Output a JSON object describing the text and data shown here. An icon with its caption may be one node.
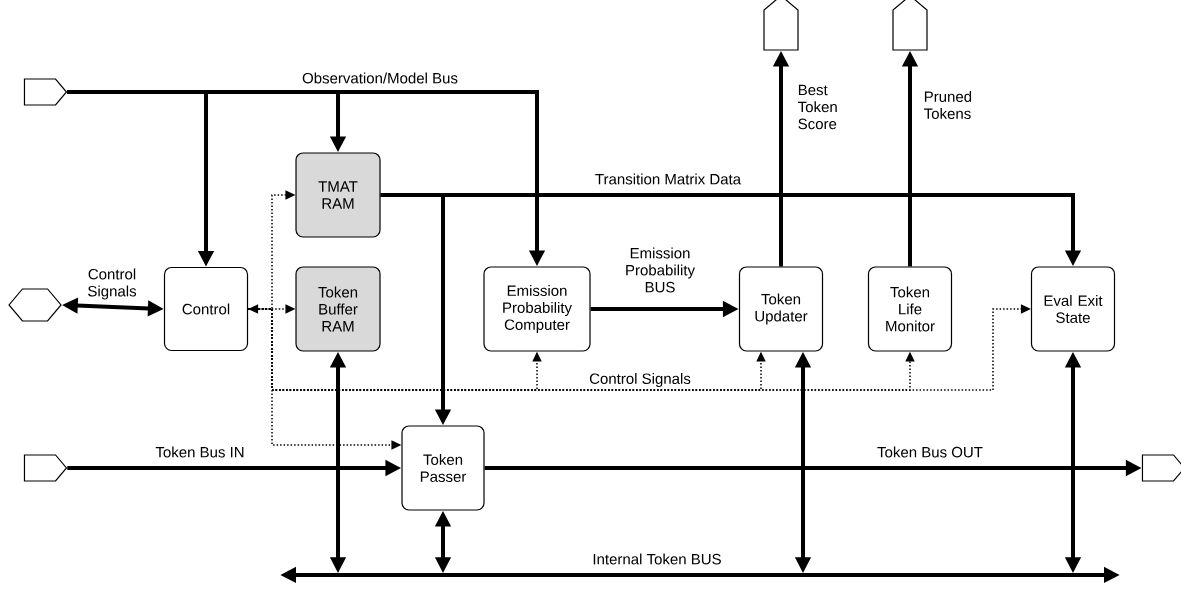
{
  "diagram": {
    "nodes": [
      {
        "text": [],
        "shape": "pentagon"
      },
      {
        "text": [],
        "shape": "hexagon"
      },
      {
        "text": [
          "Control"
        ]
      },
      {
        "text": [
          "TMAT RAM"
        ]
      },
      {
        "text": [
          "Token Buffer RAM"
        ]
      },
      {
        "text": [
          "Emission Probability Computer"
        ]
      },
      {
        "text": [
          "Token Updater"
        ]
      },
      {
        "text": [
          "Token Life Monitor"
        ]
      },
      {
        "text": [
          "Eval Exit State"
        ]
      },
      {
        "text": [],
        "shape": "pentagon"
      },
      {
        "text": [],
        "shape": "pentagon"
      },
      {
        "text": [
          "Token Passer"
        ]
      },
      {
        "text": [],
        "shape": "pentagon"
      },
      {
        "text": [],
        "shape": "pentagon"
      },
      {
        "text": [
          "Internal Token BUS"
        ]
      }
    ],
    "edges": [
      {
        "from": 0,
        "to": 2,
        "arrow": "to"
      },
      {
        "from": 0,
        "to": 3,
        "arrow": "to",
        "label": "Observation/Model Bus"
      },
      {
        "from": 0,
        "to": 5,
        "arrow": "to"
      },
      {
        "from": 1,
        "to": 2,
        "arrow": "both",
        "label": "Control Signals"
      },
      {
        "from": 2,
        "to": 4,
        "arrow": "both",
        "style": "dashed"
      },
      {
        "from": 2,
        "to": 3,
        "arrow": "to",
        "style": "dashed"
      },
      {
        "from": 2,
        "to": 11,
        "arrow": "to",
        "style": "dashed"
      },
      {
        "from": 2,
        "to": 5,
        "arrow": "to",
        "style": "dashed"
      },
      {
        "from": 2,
        "to": 6,
        "arrow": "to",
        "style": "dashed",
        "label": "Control Signals"
      },
      {
        "from": 2,
        "to": 7,
        "arrow": "to",
        "style": "dashed"
      },
      {
        "from": 2,
        "to": 8,
        "arrow": "to",
        "style": "dashed"
      },
      {
        "from": 3,
        "to": 11,
        "arrow": "to"
      },
      {
        "from": 3,
        "to": 8,
        "arrow": "to",
        "label": "Transition Matrix Data"
      },
      {
        "from": 5,
        "to": 6,
        "arrow": "to",
        "label": "Emission Probability BUS"
      },
      {
        "from": 6,
        "to": 9,
        "arrow": "to",
        "label": "Best Token Score"
      },
      {
        "from": 7,
        "to": 10,
        "arrow": "to",
        "label": "Pruned Tokens"
      },
      {
        "from": 12,
        "to": 11,
        "arrow": "to",
        "label": "Token Bus IN"
      },
      {
        "from": 11,
        "to": 13,
        "arrow": "to",
        "label": "Token Bus OUT"
      },
      {
        "from": 4,
        "to": 14,
        "arrow": "both"
      },
      {
        "from": 11,
        "to": 14,
        "arrow": "both"
      },
      {
        "from": 6,
        "to": 14,
        "arrow": "both"
      },
      {
        "from": 8,
        "to": 14,
        "arrow": "both"
      }
    ]
  }
}
